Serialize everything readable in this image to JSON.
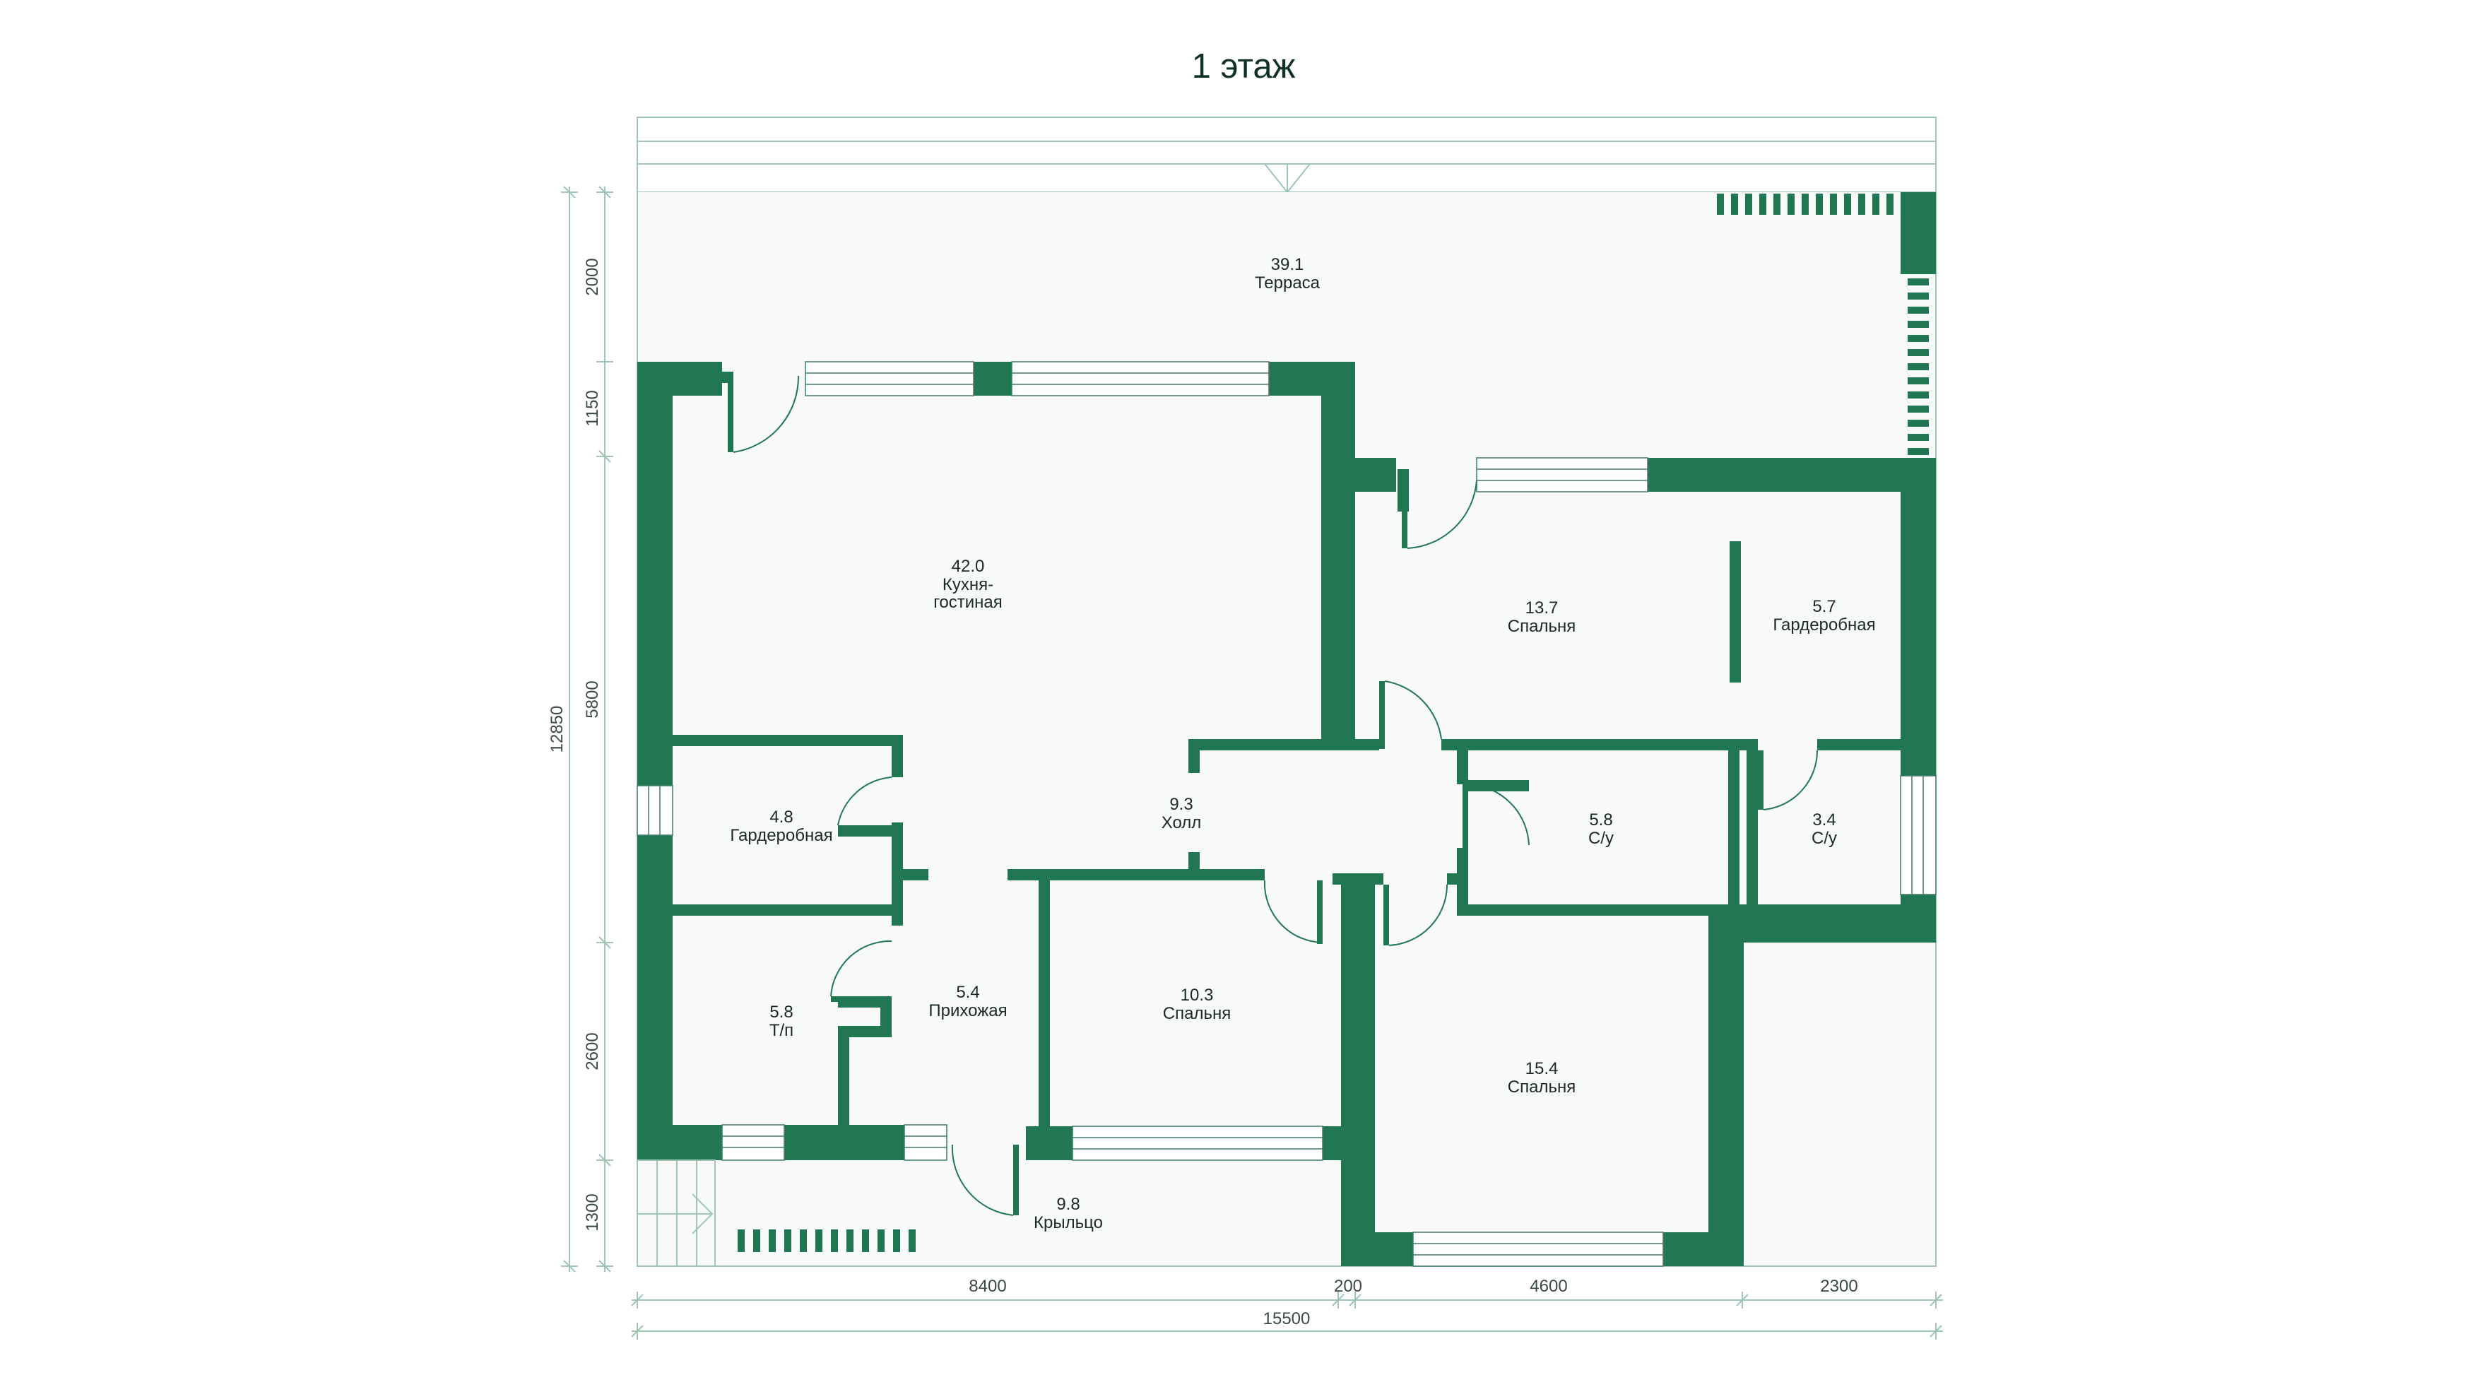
{
  "title": "1 этаж",
  "colors": {
    "wall": "#227753",
    "floor": "#f7faf8",
    "thin_line": "#9fc5b3",
    "background": "#ffffff"
  },
  "rooms": [
    {
      "id": "terrace",
      "area": "39.1",
      "name": "Терраса"
    },
    {
      "id": "living",
      "area": "42.0",
      "name_line1": "Кухня-",
      "name_line2": "гостиная"
    },
    {
      "id": "bedroom-ne",
      "area": "13.7",
      "name": "Спальня"
    },
    {
      "id": "wardrobe-ne",
      "area": "5.7",
      "name": "Гардеробная"
    },
    {
      "id": "wardrobe-w",
      "area": "4.8",
      "name": "Гардеробная"
    },
    {
      "id": "hall",
      "area": "9.3",
      "name": "Холл"
    },
    {
      "id": "bath-1",
      "area": "5.8",
      "name": "С/у"
    },
    {
      "id": "bath-2",
      "area": "3.4",
      "name": "С/у"
    },
    {
      "id": "utility",
      "area": "5.8",
      "name": "Т/п"
    },
    {
      "id": "entry",
      "area": "5.4",
      "name": "Прихожая"
    },
    {
      "id": "bedroom-s",
      "area": "10.3",
      "name": "Спальня"
    },
    {
      "id": "bedroom-se",
      "area": "15.4",
      "name": "Спальня"
    },
    {
      "id": "porch",
      "area": "9.8",
      "name": "Крыльцо"
    }
  ],
  "dimensions": {
    "left": [
      "2000",
      "1150",
      "5800",
      "2600",
      "1300"
    ],
    "left_total": "12850",
    "bottom": [
      "8400",
      "200",
      "4600",
      "2300"
    ],
    "bottom_total": "15500"
  }
}
